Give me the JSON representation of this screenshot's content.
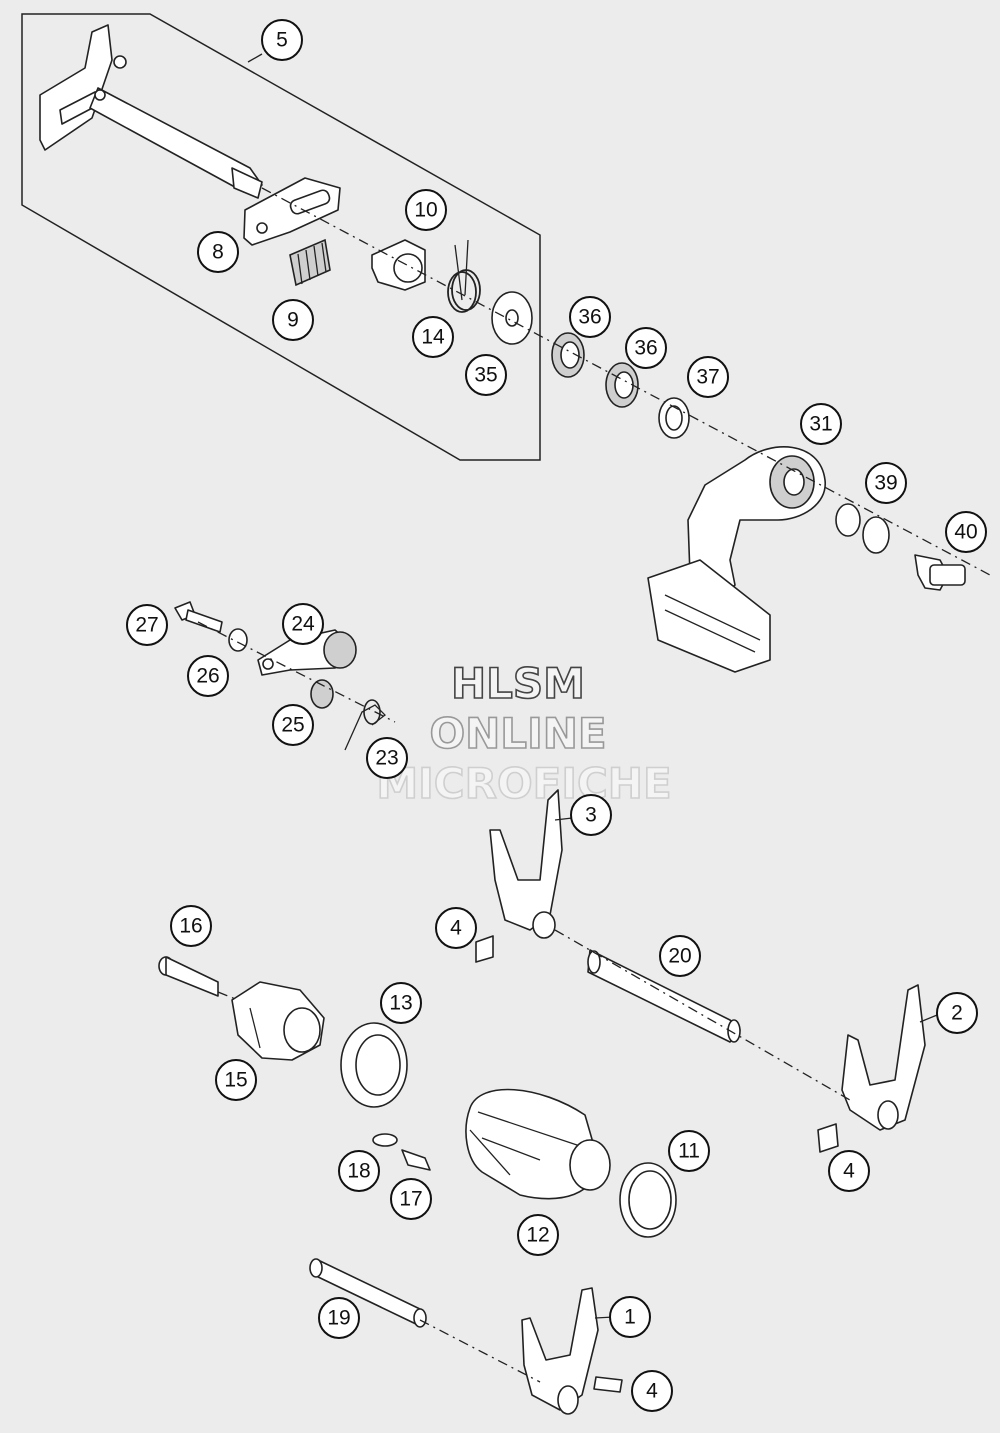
{
  "watermark": {
    "line1": "HLSM",
    "line2": "ONLINE",
    "line3": "MICROFICHE"
  },
  "callouts": [
    {
      "id": "callout-5",
      "label": "5"
    },
    {
      "id": "callout-8",
      "label": "8"
    },
    {
      "id": "callout-9",
      "label": "9"
    },
    {
      "id": "callout-10",
      "label": "10"
    },
    {
      "id": "callout-14",
      "label": "14"
    },
    {
      "id": "callout-35",
      "label": "35"
    },
    {
      "id": "callout-36a",
      "label": "36"
    },
    {
      "id": "callout-36b",
      "label": "36"
    },
    {
      "id": "callout-37",
      "label": "37"
    },
    {
      "id": "callout-31",
      "label": "31"
    },
    {
      "id": "callout-39",
      "label": "39"
    },
    {
      "id": "callout-40",
      "label": "40"
    },
    {
      "id": "callout-27",
      "label": "27"
    },
    {
      "id": "callout-24",
      "label": "24"
    },
    {
      "id": "callout-26",
      "label": "26"
    },
    {
      "id": "callout-25",
      "label": "25"
    },
    {
      "id": "callout-23",
      "label": "23"
    },
    {
      "id": "callout-3",
      "label": "3"
    },
    {
      "id": "callout-4a",
      "label": "4"
    },
    {
      "id": "callout-16",
      "label": "16"
    },
    {
      "id": "callout-20",
      "label": "20"
    },
    {
      "id": "callout-13",
      "label": "13"
    },
    {
      "id": "callout-2",
      "label": "2"
    },
    {
      "id": "callout-15",
      "label": "15"
    },
    {
      "id": "callout-11",
      "label": "11"
    },
    {
      "id": "callout-18",
      "label": "18"
    },
    {
      "id": "callout-4b",
      "label": "4"
    },
    {
      "id": "callout-17",
      "label": "17"
    },
    {
      "id": "callout-12",
      "label": "12"
    },
    {
      "id": "callout-19",
      "label": "19"
    },
    {
      "id": "callout-1",
      "label": "1"
    },
    {
      "id": "callout-4c",
      "label": "4"
    }
  ]
}
